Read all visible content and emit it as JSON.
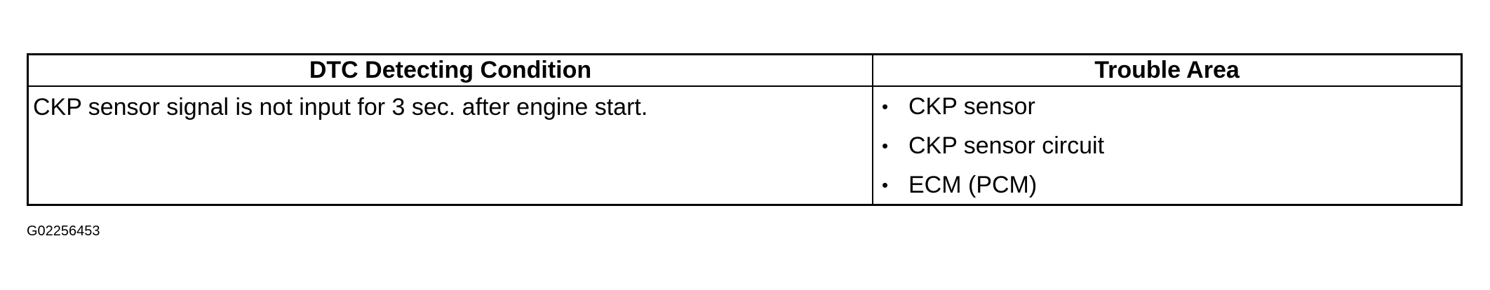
{
  "table": {
    "headers": {
      "condition": "DTC Detecting Condition",
      "trouble_area": "Trouble Area"
    },
    "condition_text": "CKP sensor signal is not input for 3 sec. after engine start.",
    "bullet": "•",
    "trouble_areas": [
      "CKP sensor",
      "CKP sensor circuit",
      "ECM (PCM)"
    ]
  },
  "figure_code": "G02256453"
}
